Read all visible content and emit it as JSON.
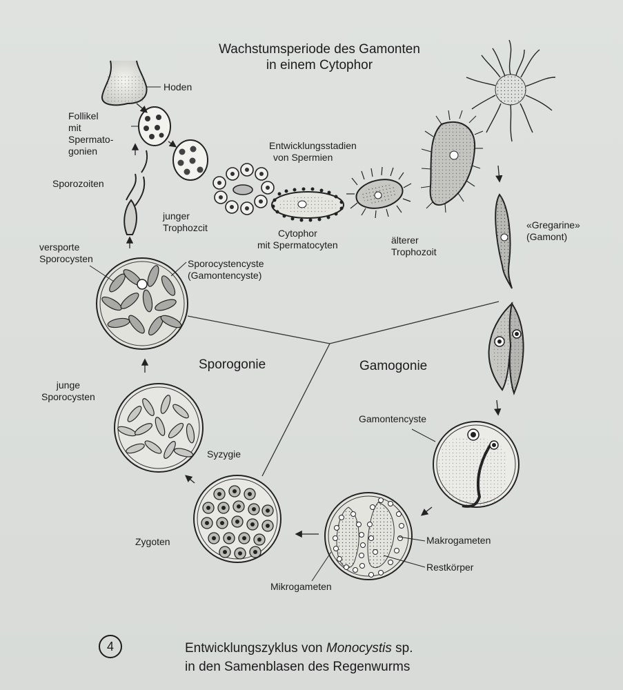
{
  "title": {
    "line1": "Wachstumsperiode des Gamonten",
    "line2": "in einem Cytophor"
  },
  "labels": {
    "hoden": "Hoden",
    "follikel1": "Follikel",
    "follikel2": "mit",
    "follikel3": "Spermato-",
    "follikel4": "gonien",
    "sporozoiten": "Sporozoiten",
    "junger1": "junger",
    "junger2": "Trophozcit",
    "entw1": "Entwicklungsstadien",
    "entw2": "von Spermien",
    "cytophor1": "Cytophor",
    "cytophor2": "mit Spermatocyten",
    "aelterer1": "älterer",
    "aelterer2": "Trophozoit",
    "gregarine1": "«Gregarine»",
    "gregarine2": "(Gamont)",
    "versporte1": "versporte",
    "versporte2": "Sporocysten",
    "sporocystencyste1": "Sporocystencyste",
    "sporocystencyste2": "(Gamontencyste)",
    "sporogonie": "Sporogonie",
    "gamogonie": "Gamogonie",
    "junge1": "junge",
    "junge2": "Sporocysten",
    "gamontencyste": "Gamontencyste",
    "syzygie": "Syzygie",
    "zygoten": "Zygoten",
    "makrogameten": "Makrogameten",
    "restkoerper": "Restkörper",
    "mikrogameten": "Mikrogameten"
  },
  "caption": {
    "number": "4",
    "line1_pre": "Entwicklungszyklus von ",
    "line1_italic": "Monocystis",
    "line1_post": " sp.",
    "line2": "in den Samenblasen des Regenwurms"
  }
}
